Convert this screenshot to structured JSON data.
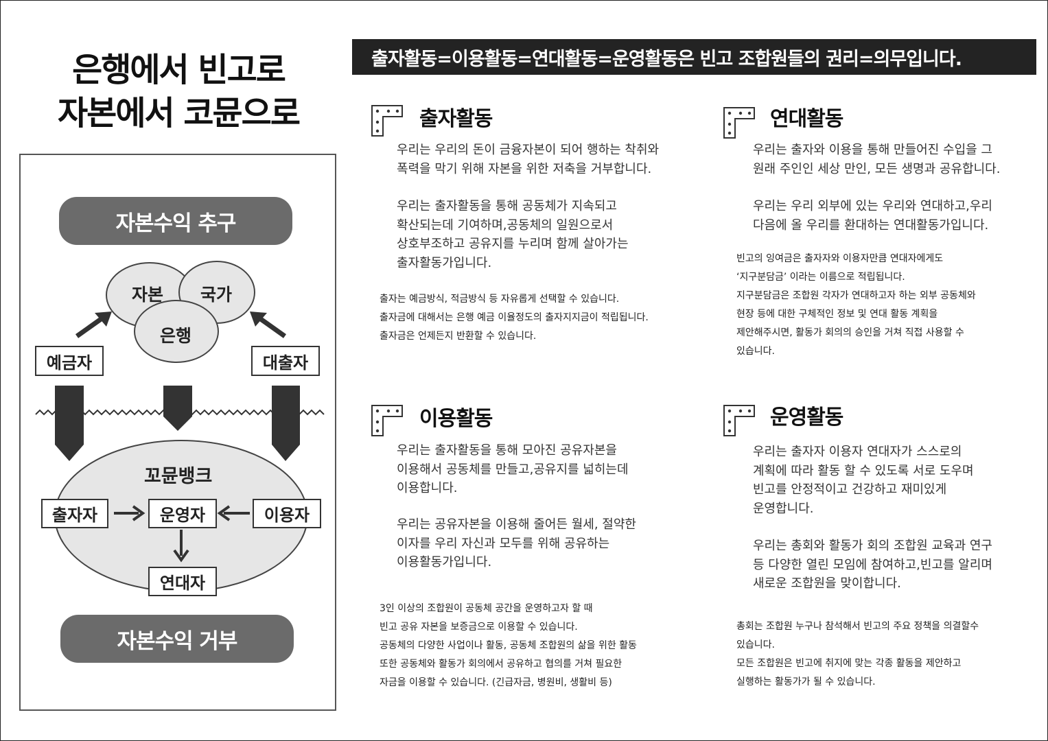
{
  "title": {
    "line1": "은행에서 빈고로",
    "line2": "자본에서 코뮨으로"
  },
  "diagram": {
    "top_pill": "자본수익 추구",
    "bottom_pill": "자본수익 거부",
    "circles": {
      "capital": "자본",
      "state": "국가",
      "bank": "은행"
    },
    "depositor": "예금자",
    "borrower": "대출자",
    "commune_bank": "꼬뮨뱅크",
    "investor": "출자자",
    "operator": "운영자",
    "user": "이용자",
    "solidarity": "연대자"
  },
  "header": "출자활동=이용활동=연대활동=운영활동은 빈고 조합원들의 권리=의무입니다.",
  "sections": {
    "investment": {
      "title": "출자활동",
      "p1": "우리는 우리의 돈이 금융자본이 되어 행하는 착취와\n폭력을 막기 위해 자본을 위한 저축을 거부합니다.",
      "p2": "우리는 출자활동을 통해 공동체가 지속되고\n확산되는데 기여하며,공동체의 일원으로서\n상호부조하고 공유지를 누리며 함께 살아가는\n출자활동가입니다.",
      "note": "출자는 예금방식, 적금방식 등 자유롭게 선택할 수 있습니다.\n출자금에 대해서는 은행 예금 이율정도의 출자지지금이 적립됩니다.\n출자금은 언제든지 반환할 수 있습니다."
    },
    "solidarity": {
      "title": "연대활동",
      "p1": "우리는 출자와 이용을 통해 만들어진 수입을 그\n원래 주인인 세상 만인, 모든 생명과 공유합니다.",
      "p2": "우리는 우리 외부에 있는 우리와 연대하고,우리\n다음에 올 우리를 환대하는 연대활동가입니다.",
      "note": "빈고의 잉여금은 출자자와 이용자만큼 연대자에게도\n‘지구분담금’ 이라는 이름으로 적립됩니다.\n지구분담금은 조합원 각자가 연대하고자 하는 외부 공동체와\n현장 등에 대한 구체적인 정보 및 연대 활동 계획을\n제안해주시면, 활동가 회의의 승인을 거쳐 직접 사용할 수\n있습니다."
    },
    "usage": {
      "title": "이용활동",
      "p1": "우리는 출자활동을 통해 모아진 공유자본을\n이용해서 공동체를 만들고,공유지를 넓히는데\n이용합니다.",
      "p2": "우리는 공유자본을 이용해 줄어든 월세, 절약한\n이자를 우리 자신과 모두를 위해 공유하는\n이용활동가입니다.",
      "note": "3인 이상의 조합원이 공동체 공간을 운영하고자 할 때\n빈고 공유 자본을 보증금으로 이용할 수 있습니다.\n공동체의 다양한 사업이나 활동, 공동체 조합원의 삶을 위한 활동\n또한 공동체와 활동가 회의에서 공유하고 협의를 거쳐 필요한\n자금을 이용할 수 있습니다. (긴급자금, 병원비, 생활비 등)"
    },
    "operation": {
      "title": "운영활동",
      "p1": "우리는 출자자 이용자 연대자가 스스로의\n계획에 따라 활동 할 수 있도록 서로 도우며\n빈고를 안정적이고 건강하고 재미있게\n운영합니다.",
      "p2": "우리는 총회와 활동가 회의 조합원 교육과 연구\n등 다양한 열린 모임에 참여하고,빈고를 알리며\n새로운 조합원을 맞이합니다.",
      "note": "총회는 조합원 누구나 참석해서 빈고의 주요 정책을 의결할수\n있습니다.\n모든 조합원은 빈고에 취지에 맞는 각종 활동을 제안하고\n실행하는 활동가가 될 수 있습니다."
    }
  }
}
